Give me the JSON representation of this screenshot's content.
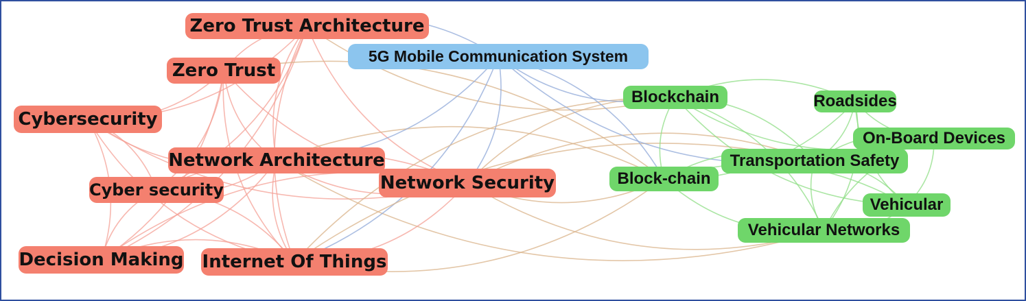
{
  "colors": {
    "cluster_red": "#f4806f",
    "cluster_blue": "#8cc5ee",
    "cluster_green": "#6fd66a",
    "edge_red": "#f4a096",
    "edge_blue": "#8fa8d8",
    "edge_green": "#8fdd85",
    "edge_tan": "#d9b38a",
    "border": "#2f4f9f"
  },
  "nodes": [
    {
      "id": "zta",
      "label": "Zero Trust Architecture",
      "cluster": "red"
    },
    {
      "id": "5g",
      "label": "5G Mobile Communication System",
      "cluster": "blue"
    },
    {
      "id": "zt",
      "label": "Zero Trust",
      "cluster": "red"
    },
    {
      "id": "cyb",
      "label": "Cybersecurity",
      "cluster": "red"
    },
    {
      "id": "na",
      "label": "Network Architecture",
      "cluster": "red"
    },
    {
      "id": "cs",
      "label": "Cyber security",
      "cluster": "red"
    },
    {
      "id": "ns",
      "label": "Network Security",
      "cluster": "red"
    },
    {
      "id": "dm",
      "label": "Decision Making",
      "cluster": "red"
    },
    {
      "id": "iot",
      "label": "Internet Of Things",
      "cluster": "red"
    },
    {
      "id": "bc",
      "label": "Blockchain",
      "cluster": "green"
    },
    {
      "id": "bch",
      "label": "Block-chain",
      "cluster": "green"
    },
    {
      "id": "rs",
      "label": "Roadsides",
      "cluster": "green"
    },
    {
      "id": "obd",
      "label": "On-Board Devices",
      "cluster": "green"
    },
    {
      "id": "ts",
      "label": "Transportation Safety",
      "cluster": "green"
    },
    {
      "id": "veh",
      "label": "Vehicular",
      "cluster": "green"
    },
    {
      "id": "vn",
      "label": "Vehicular Networks",
      "cluster": "green"
    }
  ],
  "edges": [
    [
      "zta",
      "zt"
    ],
    [
      "zta",
      "cyb"
    ],
    [
      "zta",
      "na"
    ],
    [
      "zta",
      "cs"
    ],
    [
      "zta",
      "ns"
    ],
    [
      "zta",
      "dm"
    ],
    [
      "zta",
      "iot"
    ],
    [
      "zta",
      "5g"
    ],
    [
      "zta",
      "bc"
    ],
    [
      "zt",
      "cyb"
    ],
    [
      "zt",
      "na"
    ],
    [
      "zt",
      "cs"
    ],
    [
      "zt",
      "ns"
    ],
    [
      "zt",
      "dm"
    ],
    [
      "zt",
      "iot"
    ],
    [
      "zt",
      "bch"
    ],
    [
      "cyb",
      "na"
    ],
    [
      "cyb",
      "cs"
    ],
    [
      "cyb",
      "ns"
    ],
    [
      "cyb",
      "dm"
    ],
    [
      "cyb",
      "iot"
    ],
    [
      "na",
      "cs"
    ],
    [
      "na",
      "ns"
    ],
    [
      "na",
      "dm"
    ],
    [
      "na",
      "iot"
    ],
    [
      "na",
      "bch"
    ],
    [
      "na",
      "vn"
    ],
    [
      "cs",
      "ns"
    ],
    [
      "cs",
      "dm"
    ],
    [
      "cs",
      "iot"
    ],
    [
      "ns",
      "dm"
    ],
    [
      "ns",
      "iot"
    ],
    [
      "ns",
      "5g"
    ],
    [
      "ns",
      "bc"
    ],
    [
      "ns",
      "bch"
    ],
    [
      "ns",
      "ts"
    ],
    [
      "ns",
      "vn"
    ],
    [
      "dm",
      "iot"
    ],
    [
      "iot",
      "5g"
    ],
    [
      "iot",
      "bc"
    ],
    [
      "iot",
      "bch"
    ],
    [
      "iot",
      "ts"
    ],
    [
      "5g",
      "bc"
    ],
    [
      "5g",
      "bch"
    ],
    [
      "5g",
      "ts"
    ],
    [
      "5g",
      "na"
    ],
    [
      "bc",
      "bch"
    ],
    [
      "bc",
      "rs"
    ],
    [
      "bc",
      "obd"
    ],
    [
      "bc",
      "ts"
    ],
    [
      "bc",
      "veh"
    ],
    [
      "bc",
      "vn"
    ],
    [
      "bch",
      "rs"
    ],
    [
      "bch",
      "ts"
    ],
    [
      "bch",
      "vn"
    ],
    [
      "bch",
      "veh"
    ],
    [
      "rs",
      "obd"
    ],
    [
      "rs",
      "ts"
    ],
    [
      "rs",
      "veh"
    ],
    [
      "rs",
      "vn"
    ],
    [
      "obd",
      "ts"
    ],
    [
      "obd",
      "veh"
    ],
    [
      "obd",
      "vn"
    ],
    [
      "ts",
      "veh"
    ],
    [
      "ts",
      "vn"
    ],
    [
      "veh",
      "vn"
    ]
  ]
}
